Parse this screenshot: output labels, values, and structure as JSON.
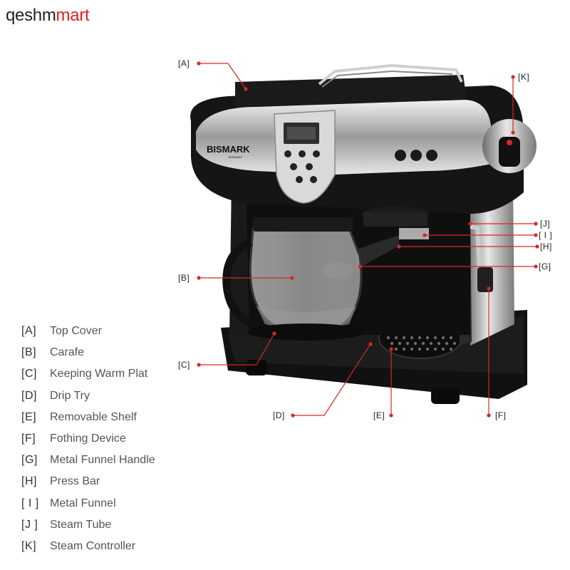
{
  "brand": {
    "part1": "qeshm",
    "part2": "mart"
  },
  "machine": {
    "logo": "BISMARK",
    "logo_sub": "GERMANY"
  },
  "accent_color": "#d62828",
  "callouts": [
    {
      "code": "[A]"
    },
    {
      "code": "[B]"
    },
    {
      "code": "[C]"
    },
    {
      "code": "[D]"
    },
    {
      "code": "[E]"
    },
    {
      "code": "[F]"
    },
    {
      "code": "[G]"
    },
    {
      "code": "[H]"
    },
    {
      "code": "[ I ]"
    },
    {
      "code": "[J]"
    },
    {
      "code": "[K]"
    }
  ],
  "legend": [
    {
      "code": "[A]",
      "name": "Top Cover"
    },
    {
      "code": "[B]",
      "name": "Carafe"
    },
    {
      "code": "[C]",
      "name": "Keeping Warm Plat"
    },
    {
      "code": "[D]",
      "name": "Drip Try"
    },
    {
      "code": "[E]",
      "name": "Removable Shelf"
    },
    {
      "code": "[F]",
      "name": "Fothing Device"
    },
    {
      "code": "[G]",
      "name": "Metal Funnel Handle"
    },
    {
      "code": "[H]",
      "name": "Press Bar"
    },
    {
      "code": "[ I ]",
      "name": "Metal Funnel"
    },
    {
      "code": "[J ]",
      "name": "Steam Tube"
    },
    {
      "code": "[K]",
      "name": "Steam Controller"
    }
  ]
}
